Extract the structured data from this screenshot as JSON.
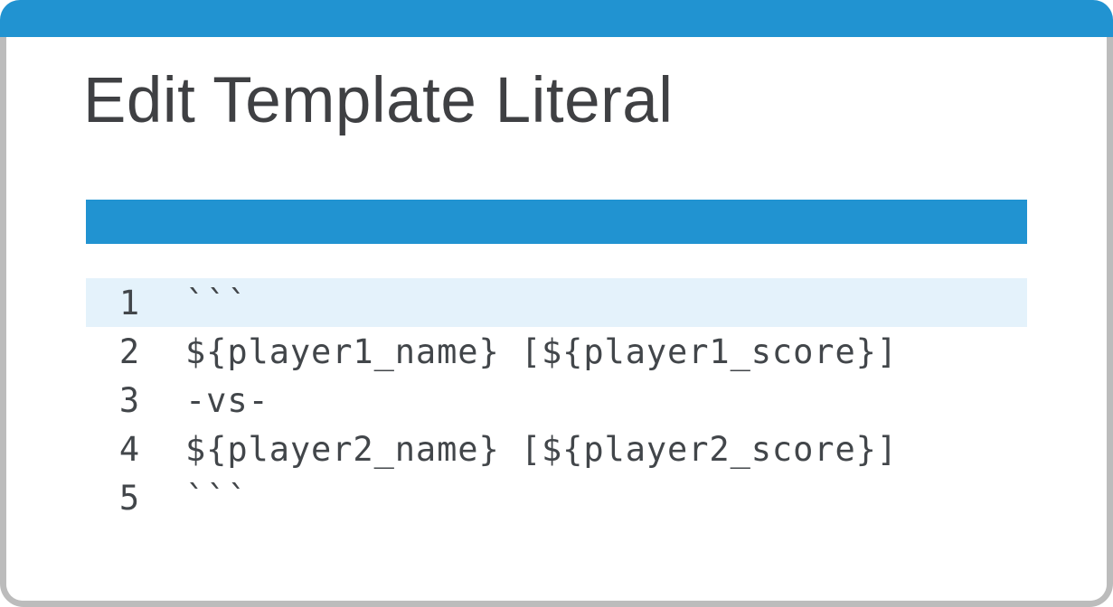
{
  "dialog": {
    "title": "Edit Template Literal"
  },
  "colors": {
    "accent_blue": "#2193d1",
    "border_gray": "#bcbcbc",
    "active_line_bg": "#e4f2fb",
    "title_text": "#3f4043",
    "code_text": "#42464a"
  },
  "editor": {
    "active_line": 1,
    "lines": [
      {
        "number": "1",
        "code": "```"
      },
      {
        "number": "2",
        "code": "${player1_name} [${player1_score}]"
      },
      {
        "number": "3",
        "code": "-vs-"
      },
      {
        "number": "4",
        "code": "${player2_name} [${player2_score}]"
      },
      {
        "number": "5",
        "code": "```"
      }
    ]
  }
}
